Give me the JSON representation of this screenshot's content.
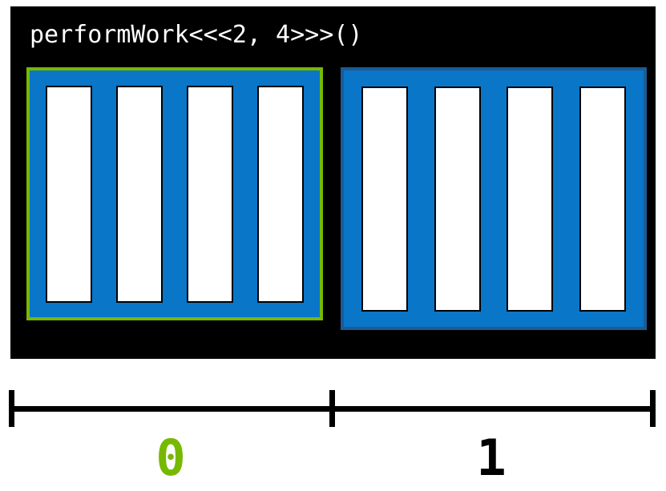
{
  "figure": {
    "kind": "cuda-grid-diagram",
    "title": "performWork<<<2, 4>>>()",
    "background_color": "#ffffff",
    "panel_color": "#000000",
    "block_fill_color": "#0a76c8",
    "highlight_color": "#76b900",
    "plain_border_color": "#1b5c96",
    "thread_color": "#ffffff",
    "thread_border_color": "#000000"
  },
  "grid": {
    "launch_blocks": "2",
    "launch_threads_per_block": "4",
    "blocks": [
      {
        "index_label": "0",
        "state": "highlighted",
        "border_color": "#76b900",
        "label_color": "#76b900",
        "threads": [
          {
            "name": "thread-0"
          },
          {
            "name": "thread-1"
          },
          {
            "name": "thread-2"
          },
          {
            "name": "thread-3"
          }
        ]
      },
      {
        "index_label": "1",
        "state": "plain",
        "border_color": "#1b5c96",
        "label_color": "#000000",
        "threads": [
          {
            "name": "thread-0"
          },
          {
            "name": "thread-1"
          },
          {
            "name": "thread-2"
          },
          {
            "name": "thread-3"
          }
        ]
      }
    ]
  },
  "axis": {
    "name": "blockIdx-axis",
    "tick_count": "3",
    "labels": [
      "0",
      "1"
    ]
  }
}
